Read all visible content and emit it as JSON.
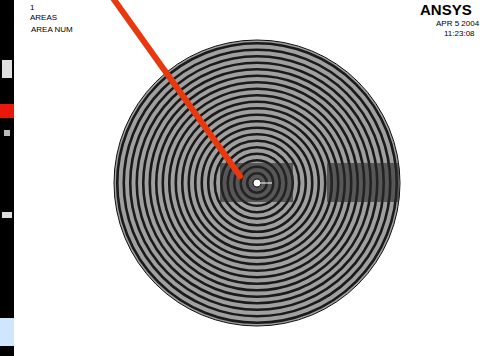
{
  "diagram": {
    "labels": [
      "1",
      "AREAS",
      "AREA NUM",
      "ANSYS",
      "APR 5 2004",
      "11:23:08"
    ]
  }
}
